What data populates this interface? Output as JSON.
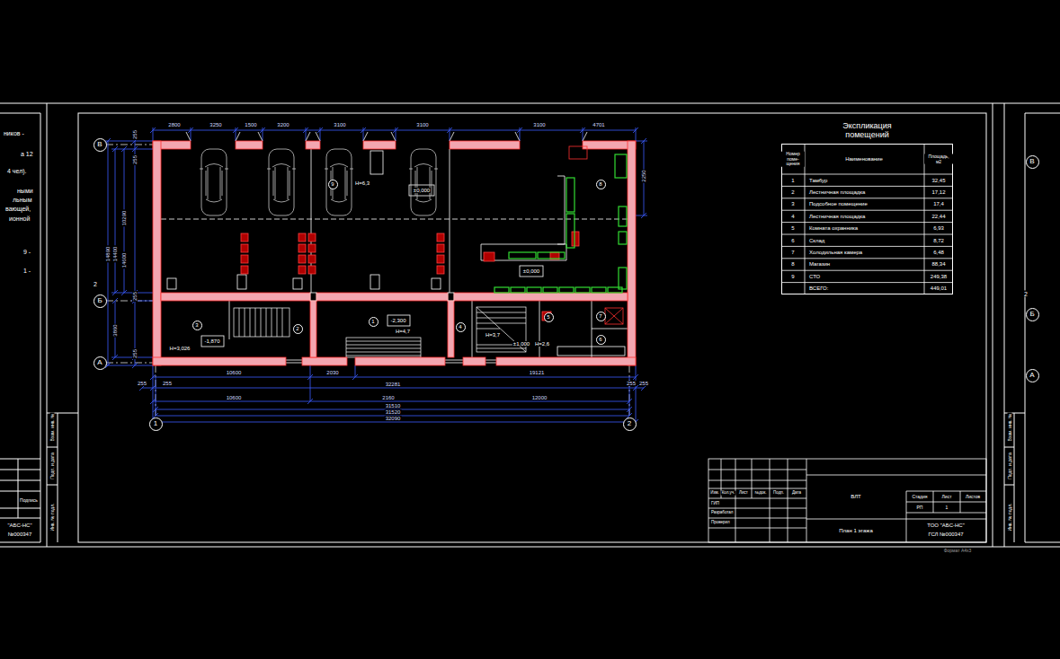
{
  "diagram": {
    "nodes": [
      {
        "text": [
          "В"
        ]
      },
      {
        "text": [
          "9"
        ]
      },
      {
        "text": [
          "8"
        ]
      },
      {
        "text": [
          "Б"
        ]
      },
      {
        "text": [
          "7"
        ]
      },
      {
        "text": [
          "5"
        ]
      },
      {
        "text": [
          "1"
        ]
      },
      {
        "text": [
          "3"
        ]
      },
      {
        "text": [
          "4"
        ]
      },
      {
        "text": [
          "2"
        ]
      },
      {
        "text": [
          "6"
        ]
      },
      {
        "text": [
          "А"
        ]
      },
      {
        "text": [
          "1"
        ]
      },
      {
        "text": [
          "2"
        ]
      },
      {
        "text": [
          "В"
        ]
      },
      {
        "text": [
          "Б"
        ]
      },
      {
        "text": [
          "А"
        ]
      },
      {
        "text": [
          "Экспликация помещений"
        ]
      }
    ],
    "labels": [
      "2800",
      "3250",
      "1500",
      "3200",
      "3100",
      "3100",
      "3100",
      "4701",
      "14890",
      "14400",
      "10290",
      "14600",
      "3860",
      "255",
      "255",
      "255",
      "255",
      "2250",
      "10600",
      "2030",
      "19121",
      "255",
      "255",
      "32281",
      "255",
      "255",
      "10600",
      "2160",
      "12000",
      "31510",
      "31520",
      "32090",
      "H=6,3",
      "±0,000",
      "±0,000",
      "-2,300",
      "H=4,7",
      "-1,870",
      "H=3,026",
      "H=3,7",
      "±1,000",
      "H=2,6",
      "2",
      "2",
      "Номер поме-щения",
      "Наименование",
      "Площадь, м2",
      "1",
      "Тамбур",
      "32,45",
      "2",
      "Лестничная площадка",
      "17,12",
      "3",
      "Подсобное помещение",
      "17,4",
      "4",
      "Лестничная площадка",
      "22,44",
      "5",
      "Комната охранника",
      "6,93",
      "6",
      "Склад",
      "8,72",
      "7",
      "Холодильная камера",
      "6,48",
      "8",
      "Магазин",
      "88,34",
      "9",
      "СТО",
      "249,38",
      "ВСЕГО:",
      "449,01",
      "Изм.",
      "Кол.уч.",
      "Лист",
      "№док.",
      "Подп.",
      "Дата",
      "ГИП",
      "Разработал",
      "Проверил",
      "ВЛТ",
      "План 1 этажа",
      "Стадия",
      "Лист",
      "Листов",
      "РП",
      "1",
      "ТОО \"АБС-НС\"",
      "ГСЛ №000347",
      "Формат А4х3",
      "Инв. № подл.",
      "Подп. и дата",
      "Взам. инв. №",
      "ников -",
      "а 12",
      "4 чел).",
      "ными",
      "льным",
      "вающей,",
      "ионной",
      "9 -",
      "1 -",
      "Подпись",
      "\"АБС-НС\"",
      "№000347",
      "Взам. инв. №",
      "Подп. и дата",
      "Инв. № подл."
    ]
  }
}
